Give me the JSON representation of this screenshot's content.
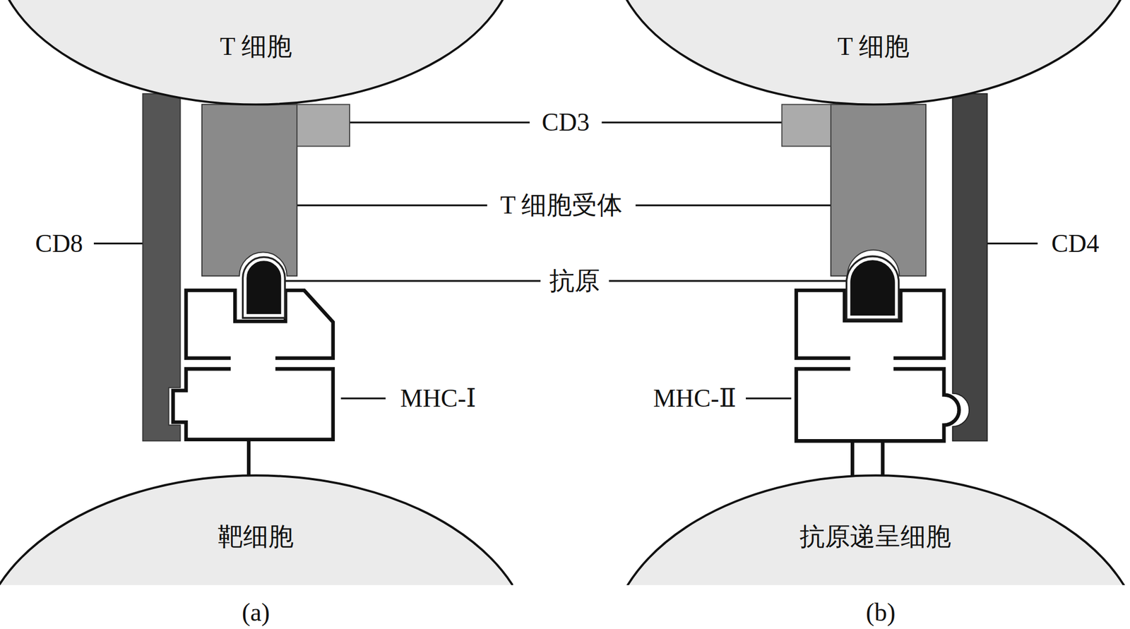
{
  "diagram": {
    "nodes": [
      {
        "text": [
          "T 细胞"
        ]
      },
      {
        "text": [
          "T 细胞"
        ]
      },
      {
        "text": [
          "靶细胞"
        ]
      },
      {
        "text": [
          "抗原递呈细胞"
        ]
      }
    ],
    "labels": [
      "CD3",
      "T 细胞受体",
      "抗原",
      "CD8",
      "MHC-Ⅰ",
      "CD4",
      "MHC-Ⅱ",
      "(a)",
      "(b)"
    ]
  }
}
